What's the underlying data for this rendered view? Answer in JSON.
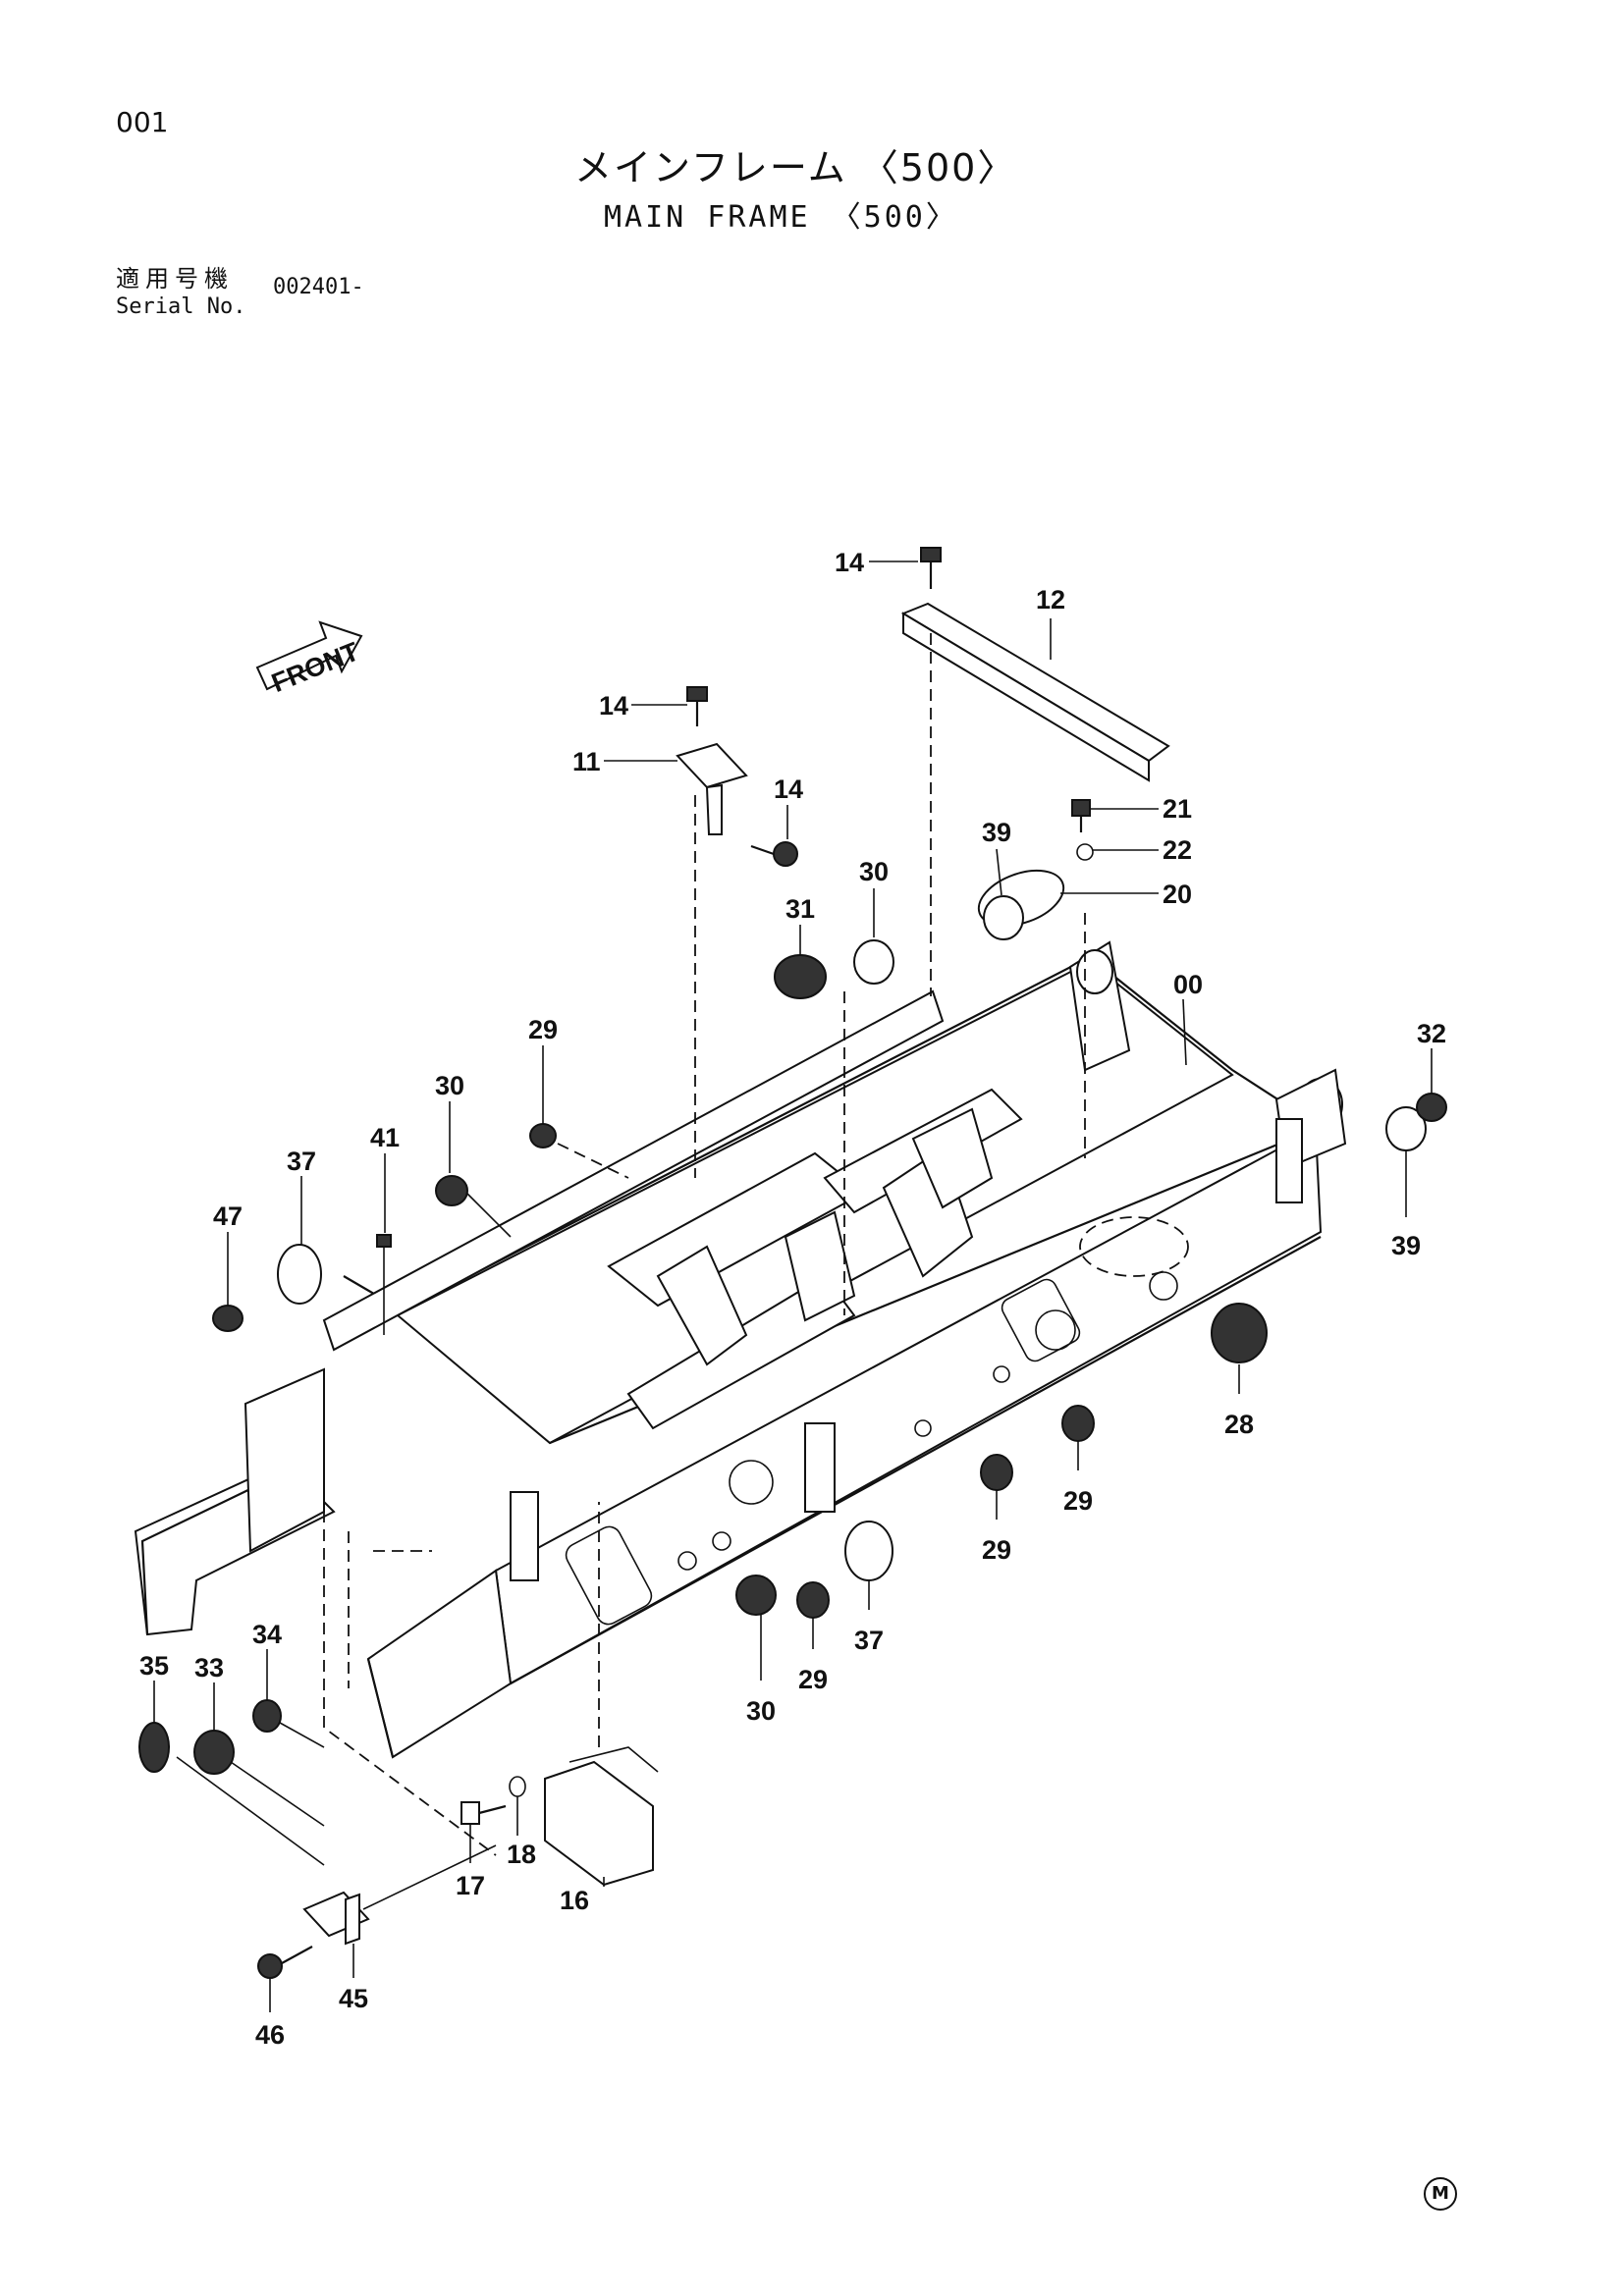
{
  "header": {
    "page_number": "001",
    "title_jp": "メインフレーム 〈500〉",
    "title_en": "MAIN FRAME 〈500〉",
    "serial_label_jp": "適用号機",
    "serial_label_en": "Serial No.",
    "serial_value": "002401-"
  },
  "front_arrow": {
    "label": "FRONT"
  },
  "callouts": {
    "c00": "00",
    "c11": "11",
    "c12": "12",
    "c14a": "14",
    "c14b": "14",
    "c14c": "14",
    "c16": "16",
    "c17": "17",
    "c18": "18",
    "c20": "20",
    "c21": "21",
    "c22": "22",
    "c28": "28",
    "c29a": "29",
    "c29b": "29",
    "c29c": "29",
    "c29d": "29",
    "c30a": "30",
    "c30b": "30",
    "c30c": "30",
    "c31": "31",
    "c32": "32",
    "c33": "33",
    "c34": "34",
    "c35": "35",
    "c37a": "37",
    "c37b": "37",
    "c39a": "39",
    "c39b": "39",
    "c41": "41",
    "c45": "45",
    "c46": "46",
    "c47": "47"
  },
  "footer_mark": "M"
}
